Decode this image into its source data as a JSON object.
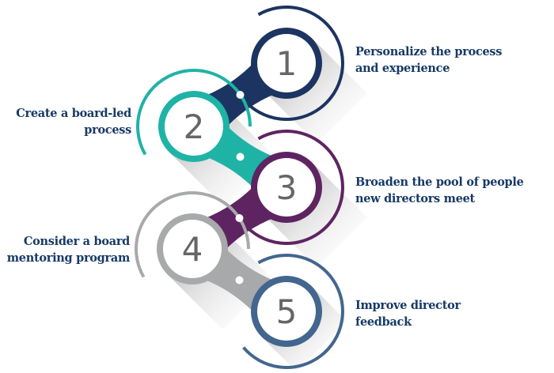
{
  "steps": [
    {
      "number": "1",
      "label_line1": "Personalize the process",
      "label_line2": "and experience",
      "color": "#1c3461",
      "side": "right"
    },
    {
      "number": "2",
      "label_line1": "Create a board-led",
      "label_line2": "process",
      "color": "#1fb3a6",
      "side": "left"
    },
    {
      "number": "3",
      "label_line1": "Broaden the pool of people",
      "label_line2": "new directors meet",
      "color": "#5e2462",
      "side": "right"
    },
    {
      "number": "4",
      "label_line1": "Consider a board",
      "label_line2": "mentoring program",
      "color": "#a7a9ab",
      "side": "left"
    },
    {
      "number": "5",
      "label_line1": "Improve director",
      "label_line2": "feedback",
      "color": "#43668f",
      "side": "right"
    }
  ],
  "colors": {
    "label_text": "#173a66",
    "number_text": "#666666",
    "shadow": "#9a9a9a"
  }
}
